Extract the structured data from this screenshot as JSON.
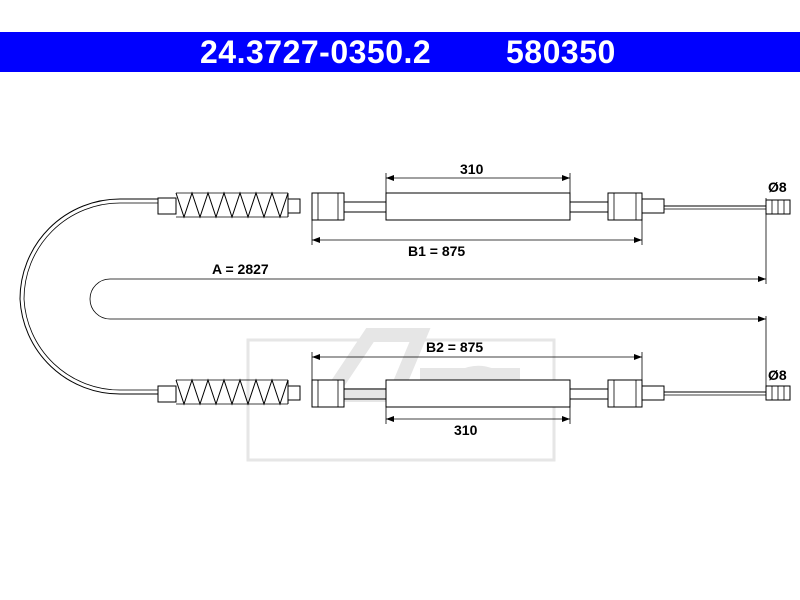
{
  "header": {
    "part_number": "24.3727-0350.2",
    "reference": "580350",
    "background_color": "#0000ff",
    "text_color": "#ffffff"
  },
  "dimensions": {
    "length_total": "A = 2827",
    "length_b1": "B1 = 875",
    "length_b2": "B2 = 875",
    "sleeve_top": "310",
    "sleeve_bottom": "310",
    "diameter_top": "Ø8",
    "diameter_bottom": "Ø8"
  },
  "watermark": {
    "logo_icon": "ate-logo-icon"
  }
}
